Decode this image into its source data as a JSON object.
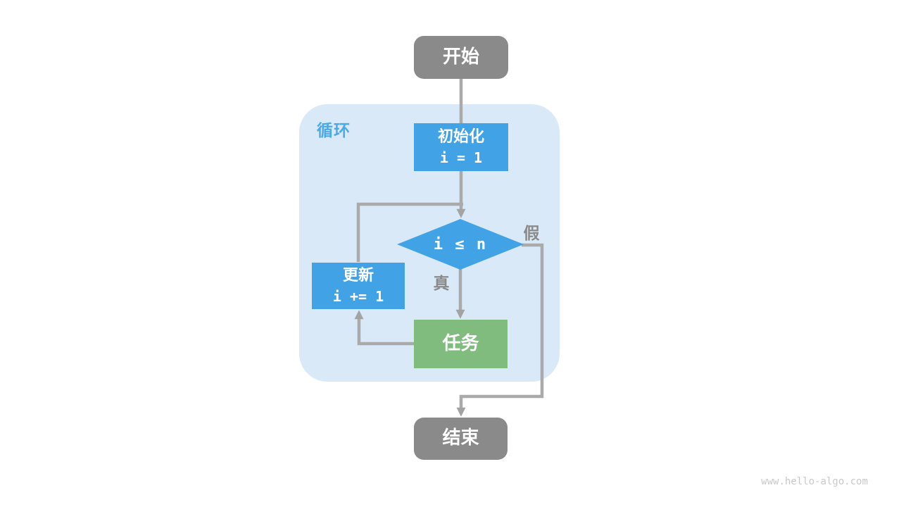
{
  "diagram": {
    "loop_label": "循环",
    "nodes": {
      "start": {
        "label": "开始"
      },
      "init": {
        "title": "初始化",
        "code": "i = 1"
      },
      "condition": {
        "code": "i ≤ n"
      },
      "update": {
        "title": "更新",
        "code": "i += 1"
      },
      "task": {
        "label": "任务"
      },
      "end": {
        "label": "结束"
      }
    },
    "edge_labels": {
      "true": "真",
      "false": "假"
    },
    "colors": {
      "terminal_gray": "#8a8a8a",
      "process_blue": "#41a2e6",
      "task_green": "#7fbc7d",
      "loop_bg": "#d9e9f8",
      "loop_label_blue": "#49a9e9",
      "connector_gray": "#aaaaaa",
      "edge_label_gray": "#8a8a8a",
      "watermark_gray": "#c9c9c9"
    },
    "watermark": "www.hello-algo.com"
  }
}
